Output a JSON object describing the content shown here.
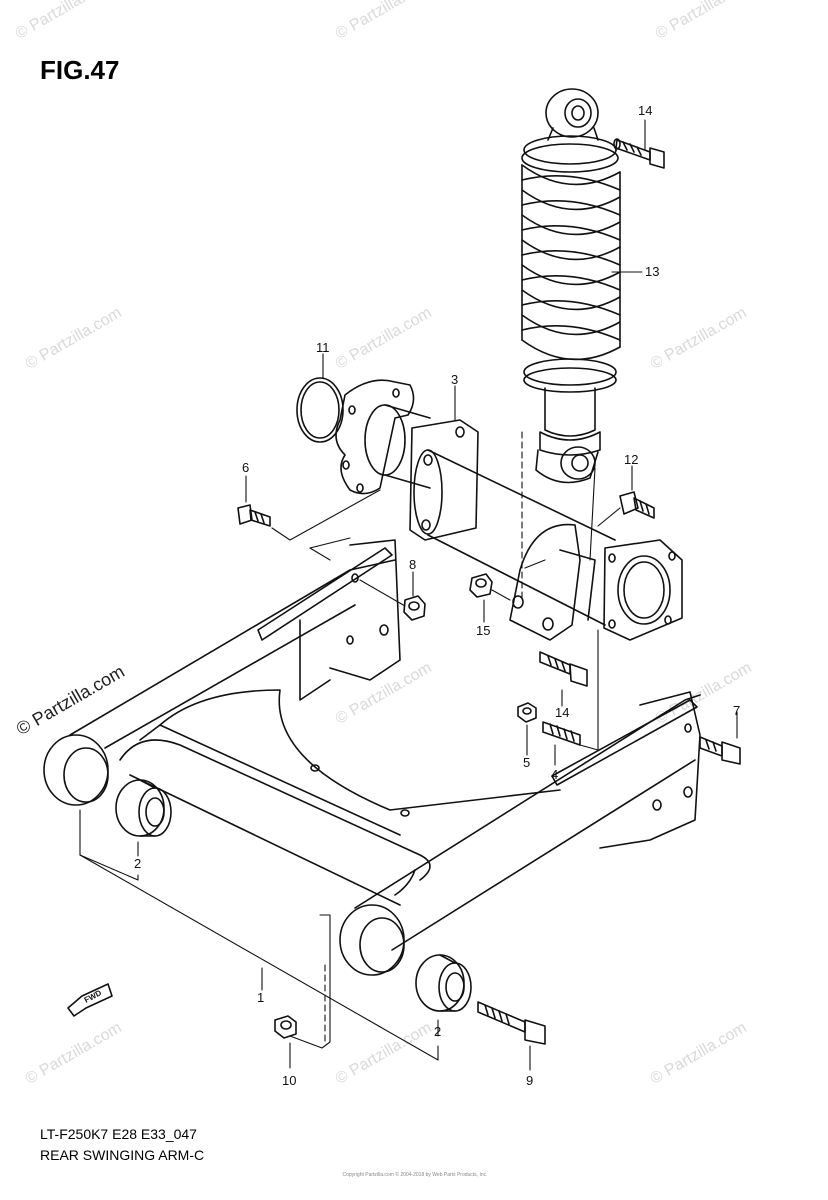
{
  "figure": {
    "title": "FIG.47",
    "code": "LT-F250K7 E28 E33_047",
    "caption": "REAR SWINGING ARM-C"
  },
  "watermark": "© Partzilla.com",
  "copyright": "Copyright\nPartzilla.com © 2004-2018 by Web Parts Products, Inc.",
  "parts": [
    {
      "number": "1"
    },
    {
      "number": "2"
    },
    {
      "number": "2"
    },
    {
      "number": "3"
    },
    {
      "number": "4"
    },
    {
      "number": "5"
    },
    {
      "number": "6"
    },
    {
      "number": "7"
    },
    {
      "number": "8"
    },
    {
      "number": "9"
    },
    {
      "number": "10"
    },
    {
      "number": "11"
    },
    {
      "number": "12"
    },
    {
      "number": "13"
    },
    {
      "number": "14"
    },
    {
      "number": "14"
    },
    {
      "number": "15"
    }
  ],
  "fwd_label": "FWD",
  "colors": {
    "line": "#111111",
    "watermark": "#d9d9d9"
  }
}
